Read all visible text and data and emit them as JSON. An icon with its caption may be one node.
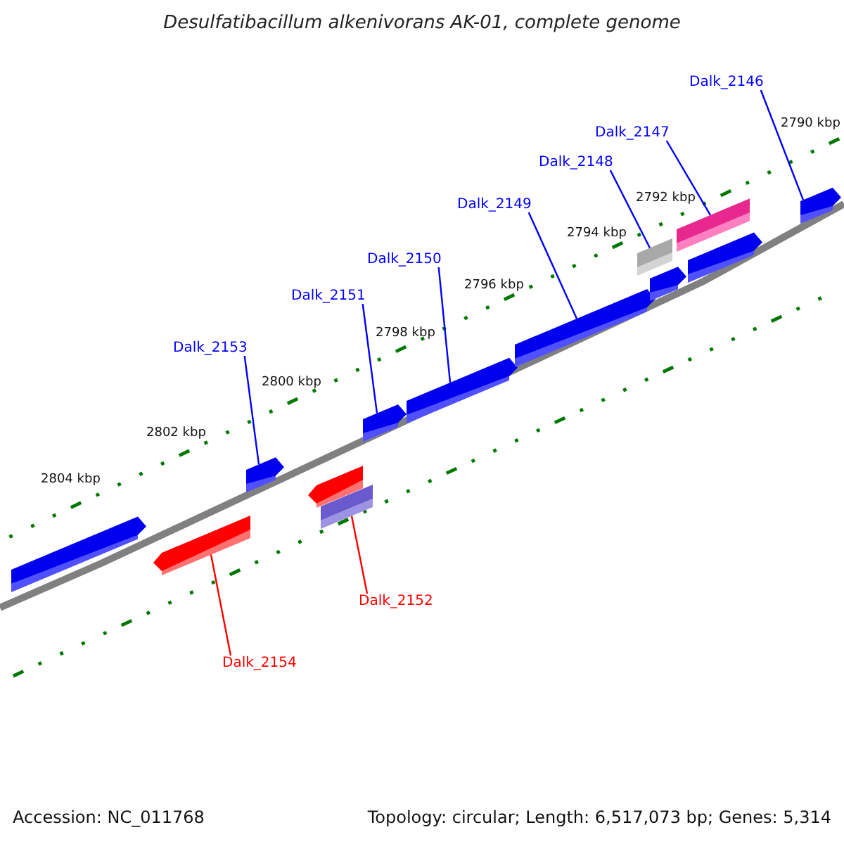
{
  "diagram": {
    "title": "Desulfatibacillum alkenivorans AK-01, complete genome",
    "nodes": [
      {
        "text": [
          "Dalk_2146"
        ]
      },
      {
        "text": [
          "Dalk_2147"
        ]
      },
      {
        "text": [
          "Dalk_2148"
        ]
      },
      {
        "text": [
          "Dalk_2149"
        ]
      },
      {
        "text": [
          "Dalk_2150"
        ]
      },
      {
        "text": [
          "Dalk_2151"
        ]
      },
      {
        "text": [
          "Dalk_2153"
        ]
      },
      {
        "text": [
          "Dalk_2152"
        ]
      },
      {
        "text": [
          "Dalk_2154"
        ]
      },
      {
        "text": [],
        "shape": "bar"
      },
      {
        "text": [],
        "shape": "bar"
      },
      {
        "text": [],
        "shape": "bar"
      },
      {
        "text": [],
        "shape": "bar"
      },
      {
        "text": [],
        "shape": "bar"
      },
      {
        "text": [],
        "shape": "bar"
      },
      {
        "text": [],
        "shape": "bar"
      },
      {
        "text": [],
        "shape": "bar"
      },
      {
        "text": [],
        "shape": "bar"
      },
      {
        "text": [],
        "shape": "bar"
      },
      {
        "text": [],
        "shape": "bar"
      },
      {
        "text": [],
        "shape": "bar"
      },
      {
        "text": [],
        "shape": "bar"
      }
    ],
    "edges": [
      {
        "from": 0,
        "to": 21,
        "arrow": "none"
      },
      {
        "from": 1,
        "to": 20,
        "arrow": "none"
      },
      {
        "from": 2,
        "to": 17,
        "arrow": "none"
      },
      {
        "from": 3,
        "to": 16,
        "arrow": "none"
      },
      {
        "from": 4,
        "to": 15,
        "arrow": "none"
      },
      {
        "from": 5,
        "to": 14,
        "arrow": "none"
      },
      {
        "from": 6,
        "to": 11,
        "arrow": "none"
      },
      {
        "from": 7,
        "to": 13,
        "arrow": "none",
        "color": "#ff0000"
      },
      {
        "from": 8,
        "to": 10,
        "arrow": "none",
        "color": "#ff0000"
      }
    ],
    "labels": [
      "2790 kbp",
      "2792 kbp",
      "2794 kbp",
      "2796 kbp",
      "2798 kbp",
      "2800 kbp",
      "2802 kbp",
      "2804 kbp",
      "Accession: NC_011768",
      "Topology: circular; Length: 6,517,073 bp; Genes: 5,314"
    ]
  }
}
